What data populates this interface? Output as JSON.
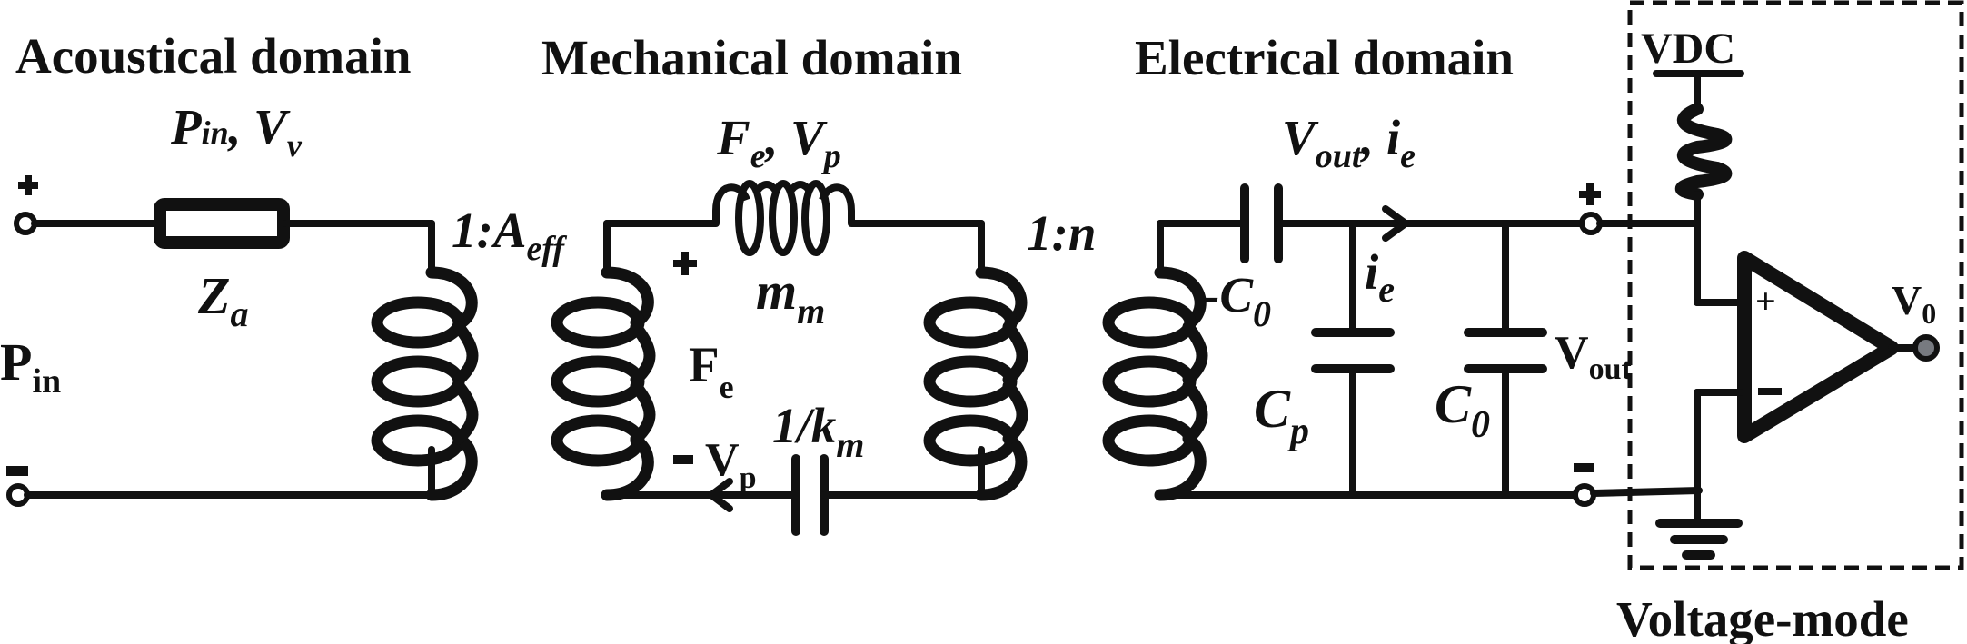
{
  "domains": {
    "acoustical": "Acoustical domain",
    "mechanical": "Mechanical domain",
    "electrical": "Electrical domain",
    "voltage_mode": "Voltage-mode"
  },
  "acoustical": {
    "variables_main": "P",
    "variables_main_sub": "in",
    "variables_sep": ", V",
    "variables_sub2": "v",
    "impedance_main": "Z",
    "impedance_sub": "a",
    "input_main": "P",
    "input_sub": "in",
    "plus": "+",
    "minus": "−"
  },
  "transformer1": {
    "ratio_main": "1:A",
    "ratio_sub": "eff"
  },
  "mechanical": {
    "variables_main": "F",
    "variables_sub": "e",
    "variables_sep": ", V",
    "variables_sub2": "p",
    "mass_main": "m",
    "mass_sub": "m",
    "force_main": "F",
    "force_sub": "e",
    "velocity_main": "V",
    "velocity_sub": "p",
    "compliance_main": "1/k",
    "compliance_sub": "m"
  },
  "transformer2": {
    "ratio": "1:n"
  },
  "electrical": {
    "variables_main": "V",
    "variables_sub": "out",
    "variables_sep": ", i",
    "variables_sub2": "e",
    "neg_cap_main": "-C",
    "neg_cap_sub": "0",
    "current_main": "i",
    "current_sub": "e",
    "parasitic_main": "C",
    "parasitic_sub": "p",
    "static_main": "C",
    "static_sub": "0",
    "vout_main": "V",
    "vout_sub": "out"
  },
  "readout": {
    "supply": "VDC",
    "output_main": "V",
    "output_sub": "0",
    "opamp_plus": "+",
    "opamp_minus": "−"
  }
}
